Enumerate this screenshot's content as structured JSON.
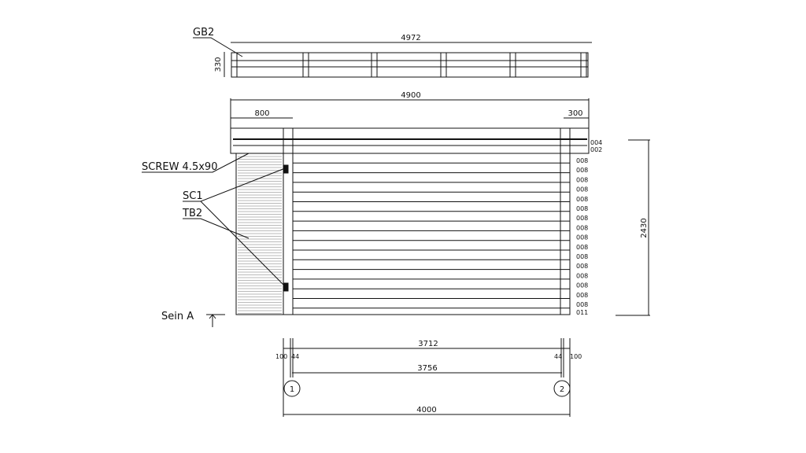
{
  "labels": {
    "gb2": "GB2",
    "screw": "SCREW 4.5x90",
    "sc1": "SC1",
    "tb2": "TB2",
    "section": "Sein  A"
  },
  "dimensions": {
    "top_length": "4972",
    "top_height": "330",
    "wall_length": "4900",
    "left_overhang": "800",
    "right_overhang": "300",
    "height": "2430",
    "inner": "3712",
    "axis": "3756",
    "total": "4000",
    "left_a": "100",
    "left_b": "44",
    "right_a": "44",
    "right_b": "100"
  },
  "layers": {
    "top": [
      "004",
      "002"
    ],
    "logs": [
      "008",
      "008",
      "008",
      "008",
      "008",
      "008",
      "008",
      "008",
      "008",
      "008",
      "008",
      "008",
      "008",
      "008",
      "008",
      "008"
    ],
    "bottom": "011"
  },
  "axes": [
    "1",
    "2"
  ]
}
